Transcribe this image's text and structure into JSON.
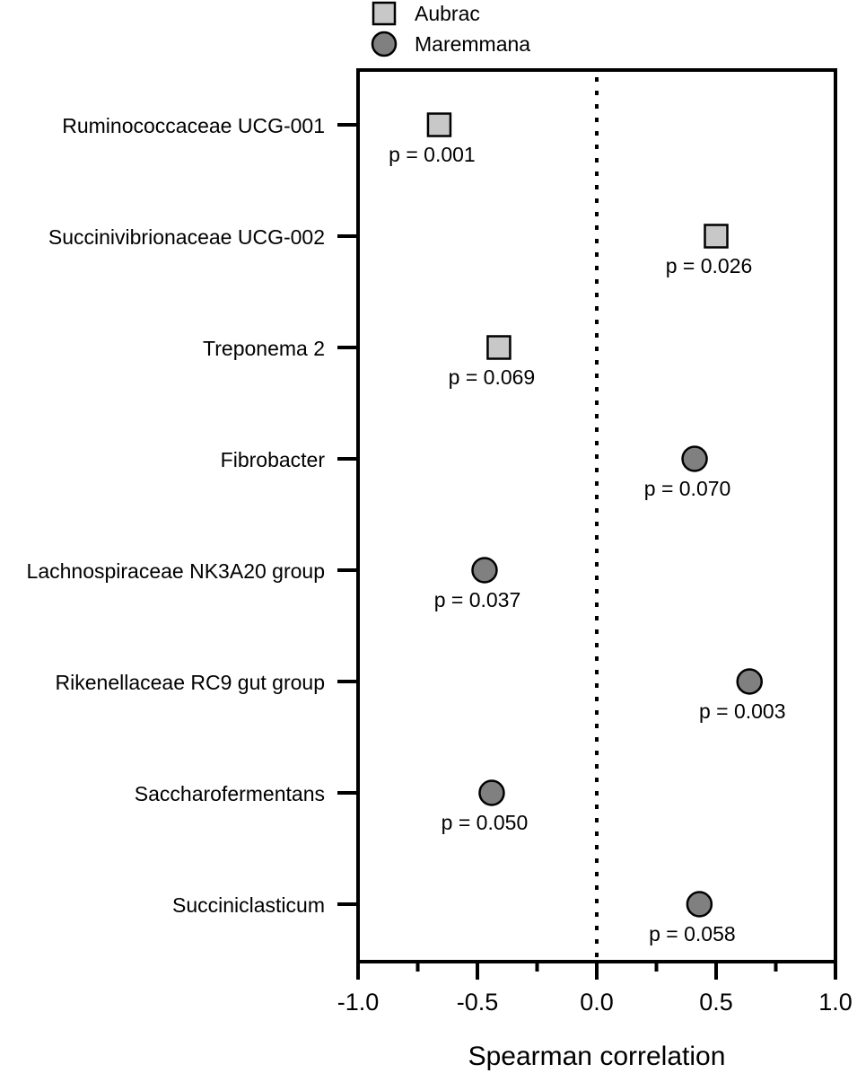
{
  "chart_data": {
    "type": "scatter",
    "title": "",
    "xlabel": "Spearman correlation",
    "ylabel": "",
    "xlim": [
      -1.0,
      1.0
    ],
    "xticks": [
      "-1.0",
      "-0.5",
      "0.0",
      "0.5",
      "1.0"
    ],
    "reference_line": {
      "x": 0.0,
      "style": "dotted"
    },
    "grid": false,
    "legend_placement": "top",
    "legend": [
      {
        "name": "Aubrac",
        "marker": "square",
        "color": "#c8c8c8"
      },
      {
        "name": "Maremmana",
        "marker": "circle",
        "color": "#808080"
      }
    ],
    "categories": [
      "Ruminococcaceae UCG-001",
      "Succinivibrionaceae UCG-002",
      "Treponema 2",
      "Fibrobacter",
      "Lachnospiraceae NK3A20 group",
      "Rikenellaceae RC9 gut group",
      "Saccharofermentans",
      "Succiniclasticum"
    ],
    "points": [
      {
        "category": "Ruminococcaceae UCG-001",
        "series": "Aubrac",
        "x": -0.66,
        "p_label": "p = 0.001"
      },
      {
        "category": "Succinivibrionaceae UCG-002",
        "series": "Aubrac",
        "x": 0.5,
        "p_label": "p = 0.026"
      },
      {
        "category": "Treponema 2",
        "series": "Aubrac",
        "x": -0.41,
        "p_label": "p = 0.069"
      },
      {
        "category": "Fibrobacter",
        "series": "Maremmana",
        "x": 0.41,
        "p_label": "p = 0.070"
      },
      {
        "category": "Lachnospiraceae NK3A20 group",
        "series": "Maremmana",
        "x": -0.47,
        "p_label": "p = 0.037"
      },
      {
        "category": "Rikenellaceae RC9 gut group",
        "series": "Maremmana",
        "x": 0.64,
        "p_label": "p = 0.003"
      },
      {
        "category": "Saccharofermentans",
        "series": "Maremmana",
        "x": -0.44,
        "p_label": "p = 0.050"
      },
      {
        "category": "Succiniclasticum",
        "series": "Maremmana",
        "x": 0.43,
        "p_label": "p = 0.058"
      }
    ]
  }
}
